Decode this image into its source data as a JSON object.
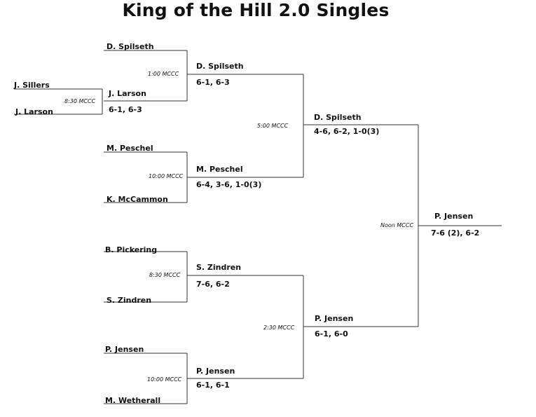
{
  "title": "King of the Hill 2.0 Singles",
  "round0": {
    "match1": {
      "player1": "J. Sillers",
      "player2": "J. Larson",
      "time": "8:30 MCCC"
    }
  },
  "round1": {
    "match1": {
      "player1": "D. Spilseth",
      "player2": "J. Larson",
      "time": "1:00 MCCC",
      "winner": "D. Spilseth",
      "score": "6-1, 6-3"
    },
    "match2": {
      "player1": "M. Peschel",
      "player2": "K. McCammon",
      "time": "10:00 MCCC",
      "winner": "M. Peschel",
      "score": "6-4, 3-6, 1-0(3)"
    },
    "match3": {
      "player1": "B. Pickering",
      "player2": "S. Zindren",
      "time": "8:30 MCCC",
      "winner": "S. Zindren",
      "score": "7-6, 6-2"
    },
    "match4": {
      "player1": "P. Jensen",
      "player2": "M. Wetherall",
      "time": "10:00 MCCC",
      "winner": "P. Jensen",
      "score": "6-1, 6-1"
    }
  },
  "round0_result": {
    "winner": "J. Larson",
    "score": "6-1, 6-3"
  },
  "semis": {
    "match1": {
      "time": "5:00 MCCC",
      "winner": "D. Spilseth",
      "score": "4-6, 6-2, 1-0(3)"
    },
    "match2": {
      "time": "2:30 MCCC",
      "winner": "P. Jensen",
      "score": "6-1, 6-0"
    }
  },
  "final": {
    "time": "Noon MCCC",
    "winner": "P. Jensen",
    "score": "7-6 (2), 6-2"
  }
}
